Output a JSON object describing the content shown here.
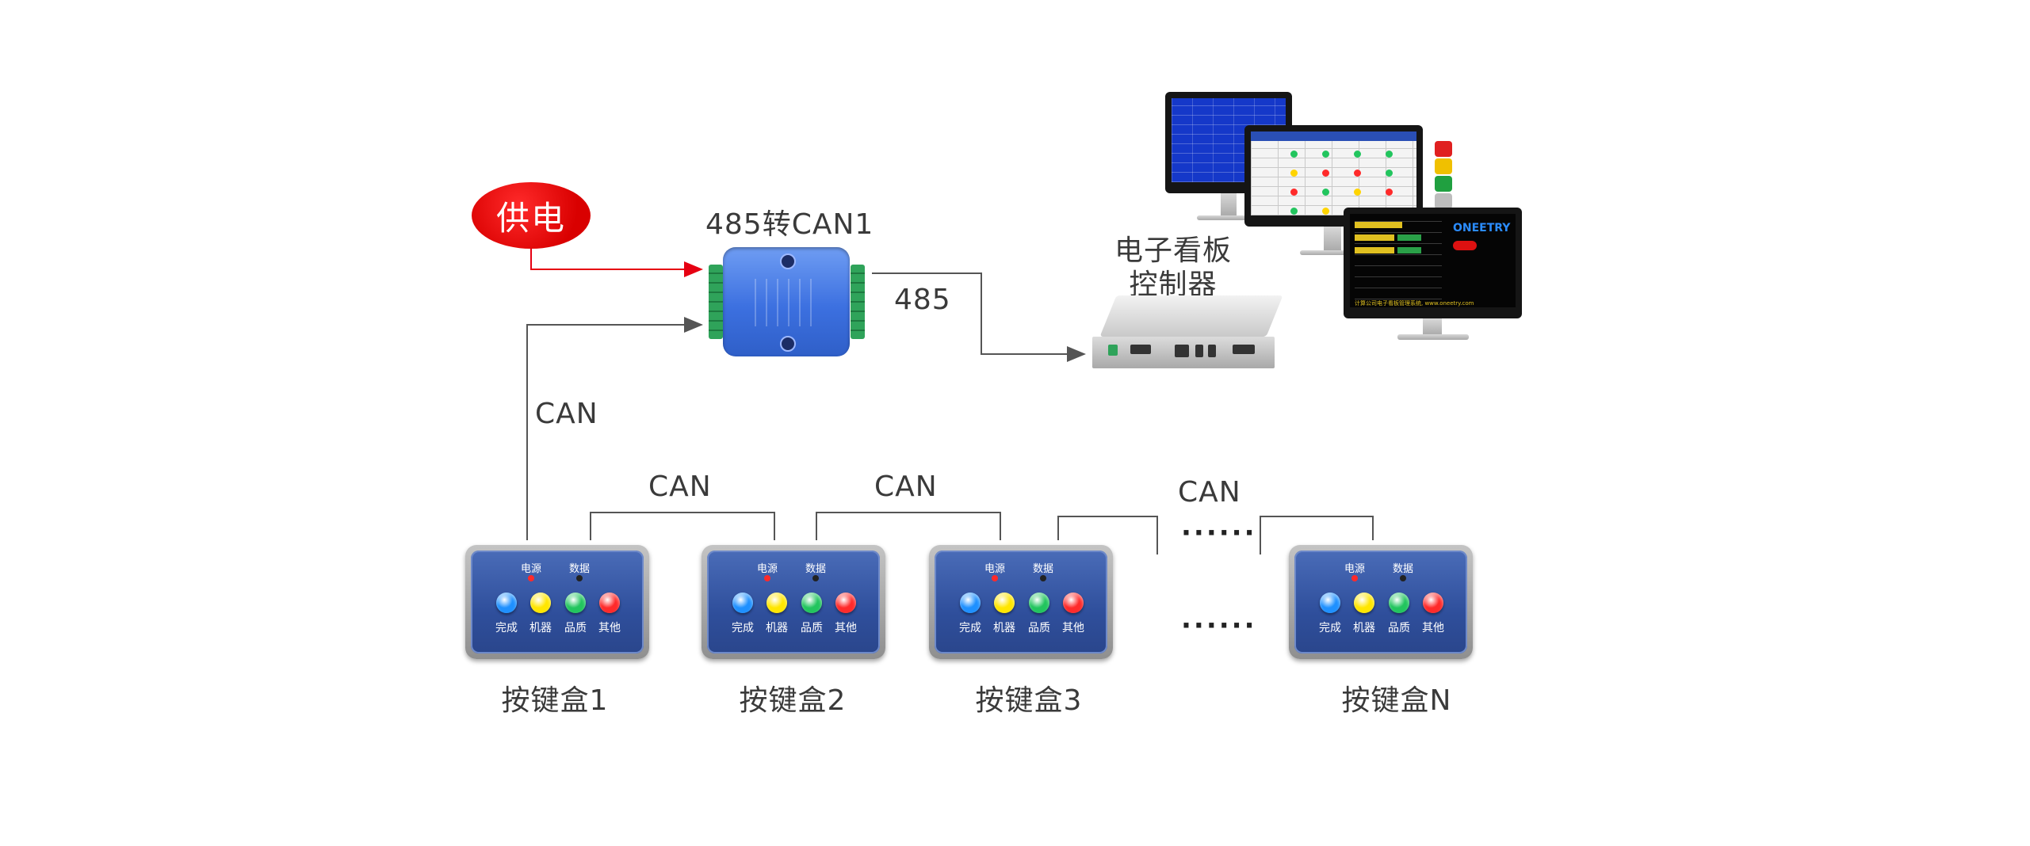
{
  "power": {
    "label": "供电",
    "color": "#e60012"
  },
  "converter": {
    "label": "485转CAN1"
  },
  "controller": {
    "label_line1": "电子看板",
    "label_line2": "控制器"
  },
  "links": {
    "rs485": "485",
    "can_up": "CAN",
    "can_1_2": "CAN",
    "can_2_3": "CAN",
    "can_3_n": "CAN"
  },
  "ellipsis": {
    "top": "······",
    "middle": "······"
  },
  "boxes": [
    {
      "name": "按键盒1"
    },
    {
      "name": "按键盒2"
    },
    {
      "name": "按键盒3"
    },
    {
      "name": "按键盒N"
    }
  ],
  "box_panel": {
    "indicators": [
      "电源",
      "数据"
    ],
    "buttons": [
      {
        "label": "完成",
        "color": "#1e90ff"
      },
      {
        "label": "机器",
        "color": "#ffe600"
      },
      {
        "label": "品质",
        "color": "#22c55e"
      },
      {
        "label": "其他",
        "color": "#ff2a2a"
      }
    ],
    "led_colors": [
      "#ff2a2a",
      "#222222"
    ]
  },
  "monitor_brand": {
    "logo": "ONEETRY",
    "footer": "计算公司电子看板管理系统, www.oneetry.com"
  },
  "colors": {
    "wire": "#555555",
    "power_wire": "#e60012",
    "box_face": "#2f4f9c"
  }
}
